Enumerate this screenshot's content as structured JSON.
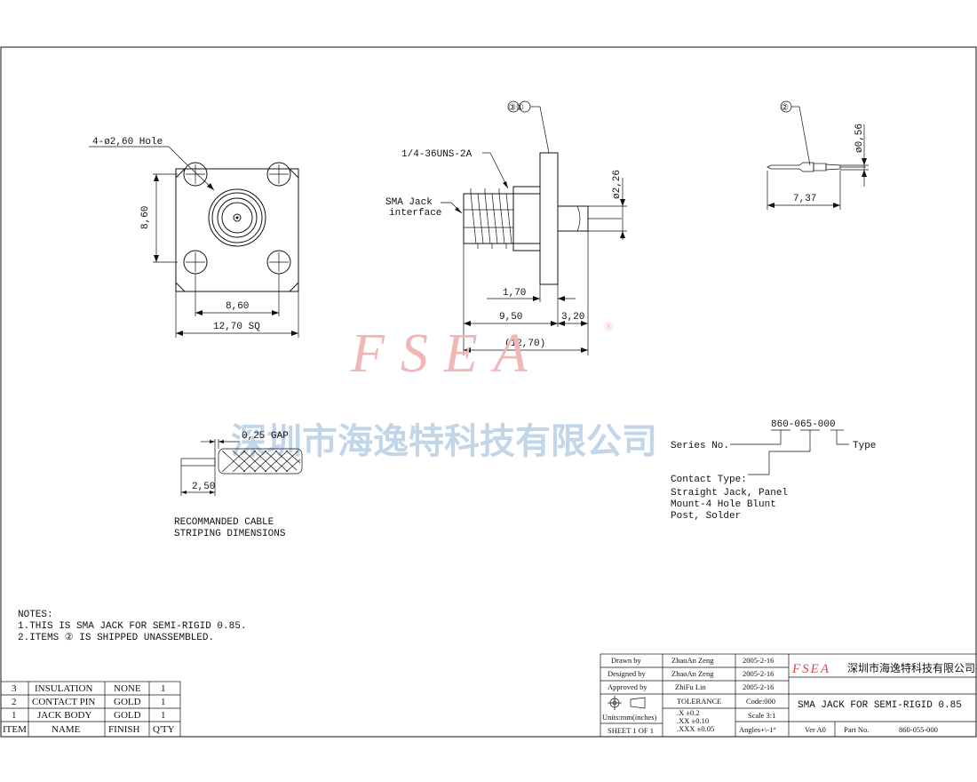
{
  "front_view": {
    "hole_label": "4-ø2,60 Hole",
    "dim_height": "8,60",
    "dim_width": "8,60",
    "dim_overall": "12,70 SQ"
  },
  "side_view": {
    "callout_parts": "③①",
    "thread_label": "1/4-36UNS-2A",
    "interface_label_1": "SMA Jack",
    "interface_label_2": "interface",
    "dim_diameter": "ø2,26",
    "dim_flange": "1,70",
    "dim_body": "9,50",
    "dim_pin": "3,20",
    "dim_total": "(12,70)"
  },
  "pin_view": {
    "callout": "②",
    "dim_diameter": "ø0,56",
    "dim_length": "7,37"
  },
  "cable_view": {
    "gap_label": "0,25 GAP",
    "dim_strip": "2,50",
    "caption_1": "RECOMMANDED CABLE",
    "caption_2": "STRIPING DIMENSIONS"
  },
  "watermark": {
    "brand": "FSEA",
    "registered": "®",
    "company_cn": "深圳市海逸特科技有限公司"
  },
  "series": {
    "code": "860-065-000",
    "series_label": "Series No.",
    "type_label": "Type",
    "contact_type_label": "Contact Type:",
    "contact_type_1": "Straight Jack, Panel",
    "contact_type_2": "Mount-4 Hole Blunt",
    "contact_type_3": "Post, Solder"
  },
  "notes": {
    "title": "NOTES:",
    "line1": "1.THIS IS SMA JACK FOR SEMI-RIGID 0.85.",
    "line2": "2.ITEMS ② IS SHIPPED UNASSEMBLED."
  },
  "bom": {
    "headers": [
      "ITEM",
      "NAME",
      "FINISH",
      "Q'TY"
    ],
    "rows": [
      [
        "3",
        "INSULATION",
        "NONE",
        "1"
      ],
      [
        "2",
        "CONTACT PIN",
        "GOLD",
        "1"
      ],
      [
        "1",
        "JACK BODY",
        "GOLD",
        "1"
      ]
    ]
  },
  "title_block": {
    "drawn_label": "Drawn by",
    "drawn_name": "ZhaoAn Zeng",
    "drawn_date": "2005-2-16",
    "designed_label": "Designed by",
    "designed_name": "ZhaoAn Zeng",
    "designed_date": "2005-2-16",
    "approved_label": "Approved by",
    "approved_name": "ZhiFu Lin",
    "approved_date": "2005-2-16",
    "units": "Units:mm(inches)",
    "sheet": "SHEET 1 OF 1",
    "tolerance_label": "TOLERANCE",
    "tol_x": ".X      ±0.2",
    "tol_xx": ".XX     ±0.10",
    "tol_xxx": ".XXX    ±0.05",
    "code": "Code:000",
    "scale": "Scale 3:1",
    "angles": "Angles+\\-1°",
    "logo": "FSEA",
    "company": "深圳市海逸特科技有限公司",
    "title": "SMA JACK FOR SEMI-RIGID 0.85",
    "version": "Ver A0",
    "part_label": "Part No.",
    "part_no": "860-055-000"
  }
}
